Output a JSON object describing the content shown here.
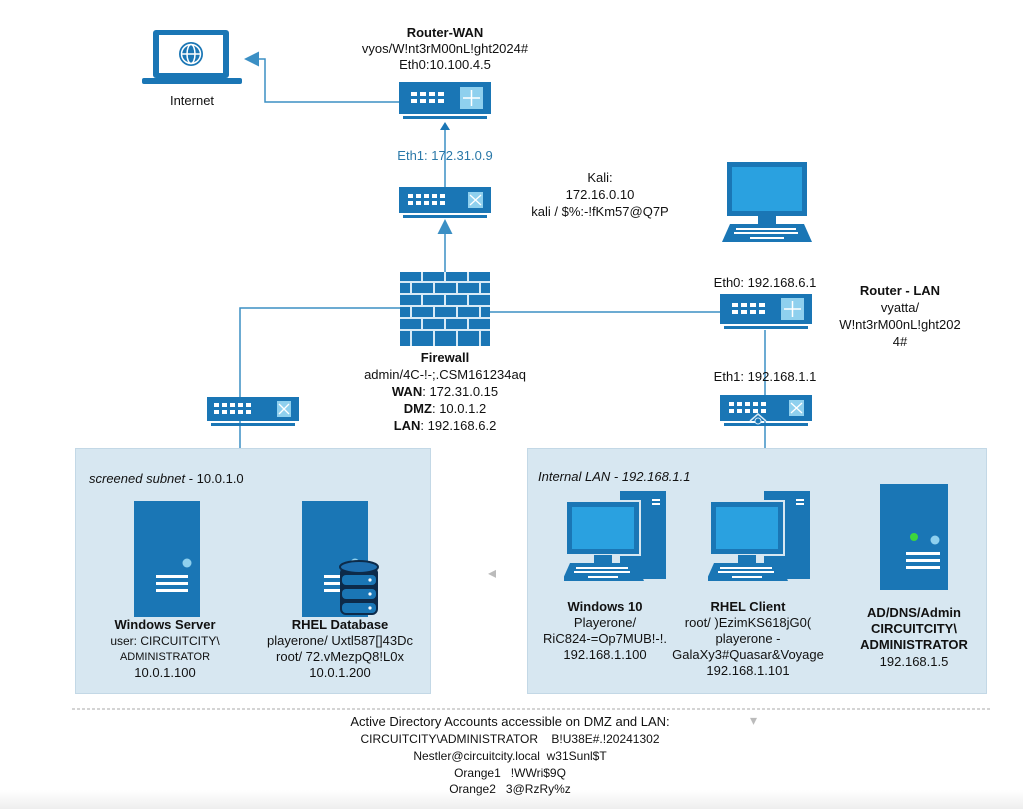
{
  "colors": {
    "device_blue": "#1a76b5",
    "device_light": "#8fd0ee",
    "wire": "#3b8fc4",
    "zone_fill": "#d7e7f1",
    "label_blue": "#2a78a8",
    "led_green": "#3dd63d"
  },
  "internet": {
    "label": "Internet",
    "icon": "laptop-globe-icon"
  },
  "router_wan": {
    "title": "Router-WAN",
    "credentials": "vyos/W!nt3rM00nL!ght2024#",
    "eth0": "Eth0:10.100.4.5",
    "eth1": "Eth1: 172.31.0.9",
    "icon": "router-icon"
  },
  "kali": {
    "title": "Kali:",
    "ip": "172.16.0.10",
    "credentials": "kali / $%:-!fKm57@Q7P",
    "icon": "desktop-icon"
  },
  "firewall": {
    "title": "Firewall",
    "credentials": "admin/4C-!-;.CSM161234aq",
    "wan_label": "WAN",
    "wan_ip": ": 172.31.0.15",
    "dmz_label": "DMZ",
    "dmz_ip": ": 10.0.1.2",
    "lan_label": "LAN",
    "lan_ip": ": 192.168.6.2",
    "icon": "firewall-icon"
  },
  "router_lan": {
    "title": "Router - LAN",
    "credentials_line1": "vyatta/",
    "credentials_line2": "W!nt3rM00nL!ght202",
    "credentials_line3": "4#",
    "eth0": "Eth0: 192.168.6.1",
    "eth1": "Eth1: 192.168.1.1",
    "icon": "router-icon"
  },
  "dmz_zone": {
    "title_italic": "screened subnet",
    "title_rest": " - 10.0.1.0",
    "hosts": [
      {
        "name": "Windows Server",
        "line1": "user: CIRCUITCITY\\",
        "line2": "ADMINISTRATOR",
        "line3": "10.0.1.100",
        "icon": "server-icon"
      },
      {
        "name": "RHEL Database",
        "line1": "playerone/ Uxtl587[]43Dc",
        "line2": "root/ 72.vMezpQ8!L0x",
        "line3": "10.0.1.200",
        "icon": "database-server-icon"
      }
    ]
  },
  "lan_zone": {
    "title": "Internal LAN - 192.168.1.1",
    "hosts": [
      {
        "name": "Windows 10",
        "line1": "Playerone/",
        "line2": "RiC824-=Op7MUB!-!.",
        "line3": "192.168.1.100",
        "icon": "workstation-icon"
      },
      {
        "name": "RHEL Client",
        "line1": "root/ )EzimKS618jG0(",
        "line2": "playerone -",
        "line3": "GalaXy3#Quasar&Voyage",
        "line4": "192.168.1.101",
        "icon": "workstation-icon"
      },
      {
        "name": "AD/DNS/Admin",
        "line1": "CIRCUITCITY\\",
        "line2": "ADMINISTRATOR",
        "line3": "192.168.1.5",
        "icon": "server-icon"
      }
    ]
  },
  "ad_accounts": {
    "heading": "Active Directory Accounts accessible on DMZ and LAN:",
    "accounts": [
      {
        "user": "CIRCUITCITY\\ADMINISTRATOR",
        "password": "B!U38E#.!20241302"
      },
      {
        "user": "Nestler@circuitcity.local",
        "password": "w31Sunl$T"
      },
      {
        "user": "Orange1",
        "password": "!WWri$9Q"
      },
      {
        "user": "Orange2",
        "password": "3@RzRy%z"
      }
    ]
  }
}
